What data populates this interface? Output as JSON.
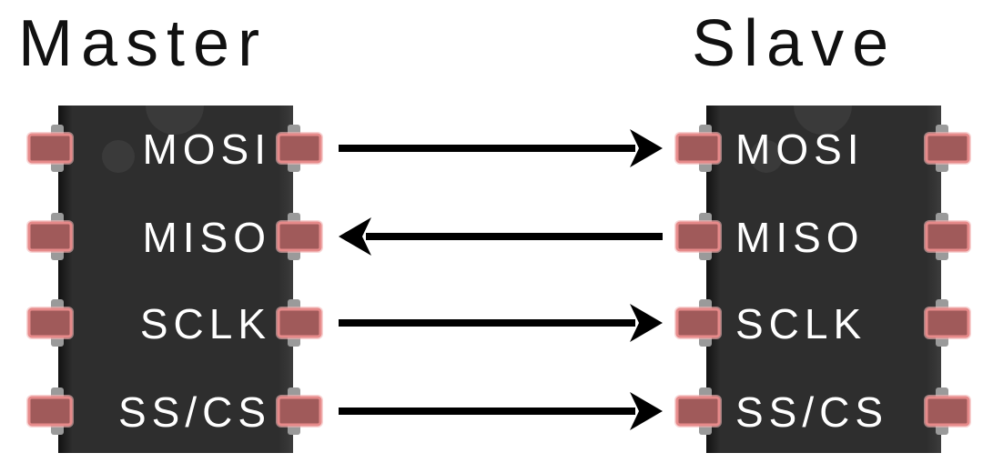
{
  "master": {
    "title": "Master",
    "pins": [
      "MOSI",
      "MISO",
      "SCLK",
      "SS/CS"
    ]
  },
  "slave": {
    "title": "Slave",
    "pins": [
      "MOSI",
      "MISO",
      "SCLK",
      "SS/CS"
    ]
  },
  "connections": [
    {
      "signal": "MOSI",
      "direction": "master-to-slave"
    },
    {
      "signal": "MISO",
      "direction": "slave-to-master"
    },
    {
      "signal": "SCLK",
      "direction": "master-to-slave"
    },
    {
      "signal": "SS/CS",
      "direction": "master-to-slave"
    }
  ],
  "colors": {
    "chip_body": "#2d2d2d",
    "chip_edge": "#111111",
    "pin_fill": "#a05a5a",
    "pin_border": "#e68a8a",
    "pin_glow": "#f4b8b8",
    "leg": "#9a9a9a",
    "arrow": "#000000",
    "label_text": "#ffffff"
  }
}
